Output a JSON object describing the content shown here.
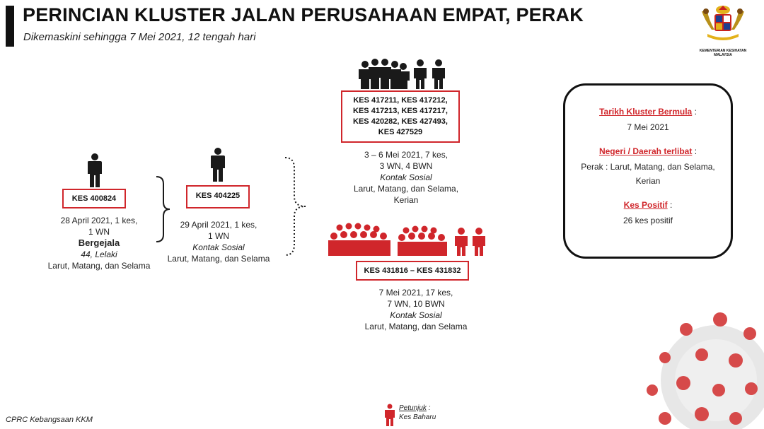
{
  "header": {
    "title": "PERINCIAN KLUSTER JALAN PERUSAHAAN EMPAT, PERAK",
    "subtitle": "Dikemaskini sehingga 7 Mei 2021, 12 tengah hari"
  },
  "logo": {
    "line1": "KEMENTERIAN KESIHATAN",
    "line2": "MALAYSIA"
  },
  "case1": {
    "label": "KES 400824",
    "date": "28 April 2021, 1 kes,",
    "count": "1 WN",
    "status": "Bergejala",
    "profile": "44, Lelaki",
    "area": "Larut, Matang, dan Selama"
  },
  "case2": {
    "label": "KES 404225",
    "date": "29 April 2021, 1 kes,",
    "count": "1 WN",
    "type": "Kontak Sosial",
    "area": "Larut, Matang, dan Selama"
  },
  "group1": {
    "lines": [
      "KES 417211, KES 417212,",
      "KES 417213, KES 417217,",
      "KES 420282, KES 427493,",
      "KES 427529"
    ],
    "date": "3 – 6 Mei 2021, 7 kes,",
    "count": "3 WN, 4 BWN",
    "type": "Kontak Sosial",
    "area1": "Larut, Matang, dan Selama,",
    "area2": "Kerian"
  },
  "group2": {
    "label": "KES 431816 – KES 431832",
    "date": "7 Mei 2021, 17 kes,",
    "count": "7 WN, 10 BWN",
    "type": "Kontak Sosial",
    "area": "Larut, Matang, dan Selama"
  },
  "info": {
    "start_label": "Tarikh Kluster Bermula",
    "start_value": "7 Mei 2021",
    "state_label": "Negeri / Daerah terlibat",
    "state_value1": "Perak : Larut, Matang, dan Selama,",
    "state_value2": "Kerian",
    "positive_label": "Kes Positif",
    "positive_value": "26 kes positif"
  },
  "footer": {
    "source": "CPRC Kebangsaan KKM"
  },
  "legend": {
    "title": "Petunjuk",
    "item": "Kes Baharu"
  },
  "colors": {
    "accent": "#d0262b",
    "dark": "#1a1a1a"
  }
}
